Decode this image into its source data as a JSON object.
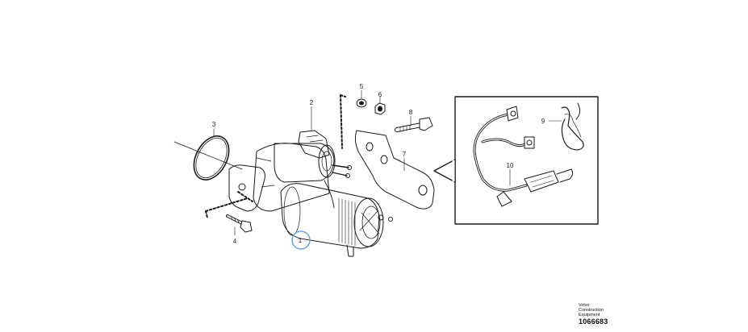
{
  "callouts": {
    "c1": "1",
    "c2": "2",
    "c3": "3",
    "c4": "4",
    "c5": "5",
    "c6": "6",
    "c7": "7",
    "c8": "8",
    "c9": "9",
    "c10": "10"
  },
  "footer": {
    "manufacturer": "Volvo Construction Equipment",
    "drawing_number": "1066683"
  },
  "colors": {
    "line": "#1a1a1a",
    "highlight": "#6fa3d6"
  }
}
